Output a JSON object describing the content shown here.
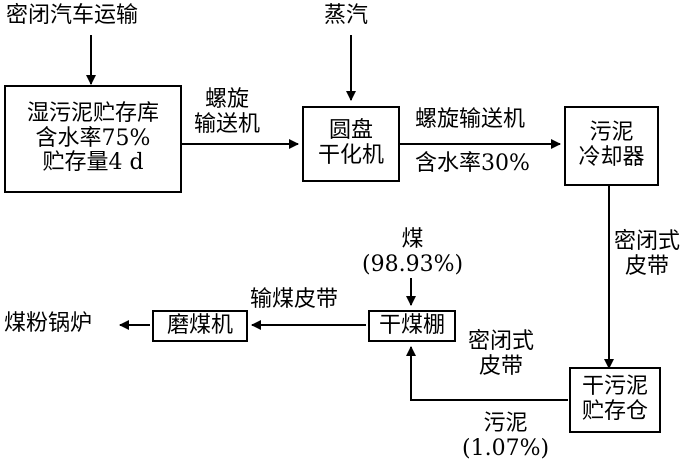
{
  "nodes": {
    "transport_truck": "密闭汽车运输",
    "steam": "蒸汽",
    "wet_sludge_store": [
      "湿污泥贮存库",
      "含水率75%",
      "贮存量4 d"
    ],
    "disc_dryer": [
      "圆盘",
      "干化机"
    ],
    "sludge_cooler": [
      "污泥",
      "冷却器"
    ],
    "dry_sludge_silo": [
      "干污泥",
      "贮存仓"
    ],
    "dry_coal_shed": "干煤棚",
    "coal_mill": "磨煤机",
    "pulverized_coal_boiler": "煤粉锅炉"
  },
  "edges": {
    "screw_conveyor_1": [
      "螺旋",
      "输送机"
    ],
    "screw_conveyor_2": "螺旋输送机",
    "moisture_30": "含水率30%",
    "sealed_belt_1": [
      "密闭式",
      "皮带"
    ],
    "sealed_belt_2": [
      "密闭式",
      "皮带"
    ],
    "coal_belt": "输煤皮带",
    "coal_input": [
      "煤",
      "(98.93%)"
    ],
    "sludge_input": [
      "污泥",
      "(1.07%)"
    ]
  },
  "colors": {
    "stroke": "#000000",
    "background": "#ffffff"
  }
}
